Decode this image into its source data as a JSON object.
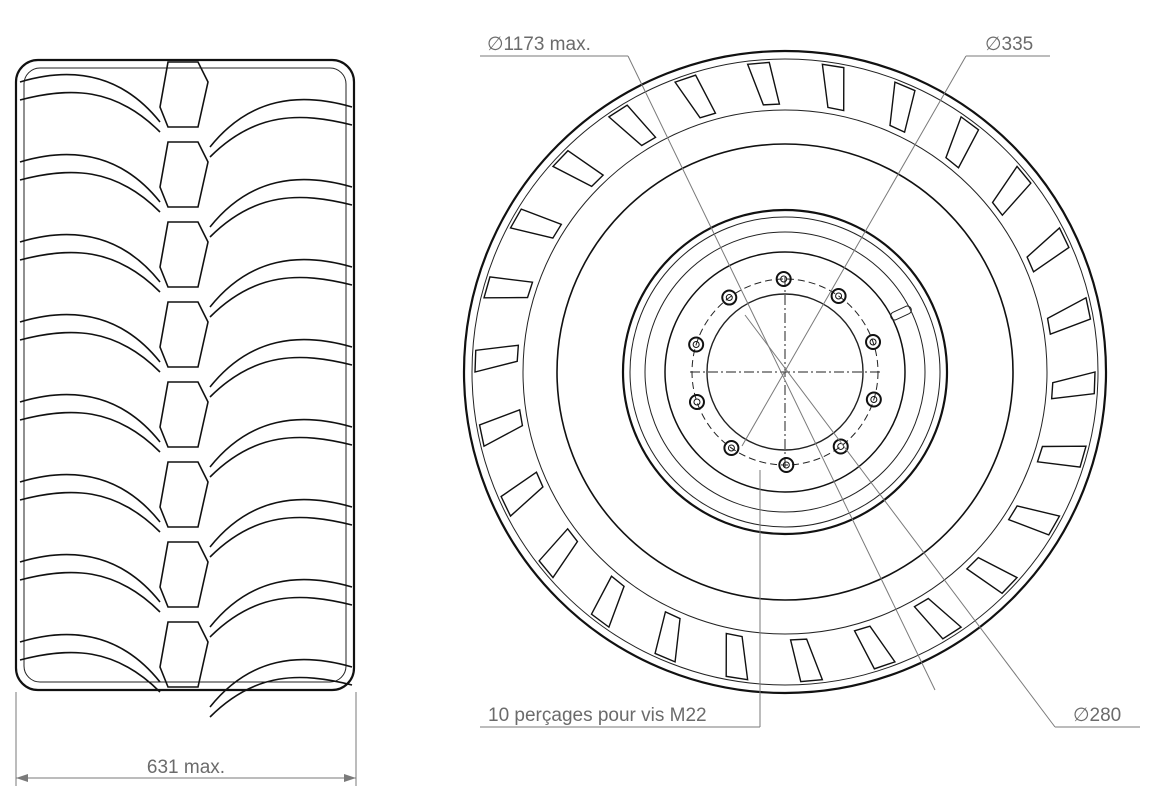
{
  "drawing": {
    "side_view": {
      "width_label": "631 max."
    },
    "front_view": {
      "outer_diameter_label": "∅1173 max.",
      "pitch_circle_label": "∅335",
      "center_bore_label": "∅280",
      "bolt_holes_label": "10 perçages pour vis M22",
      "bolt_hole_count": 10
    }
  }
}
